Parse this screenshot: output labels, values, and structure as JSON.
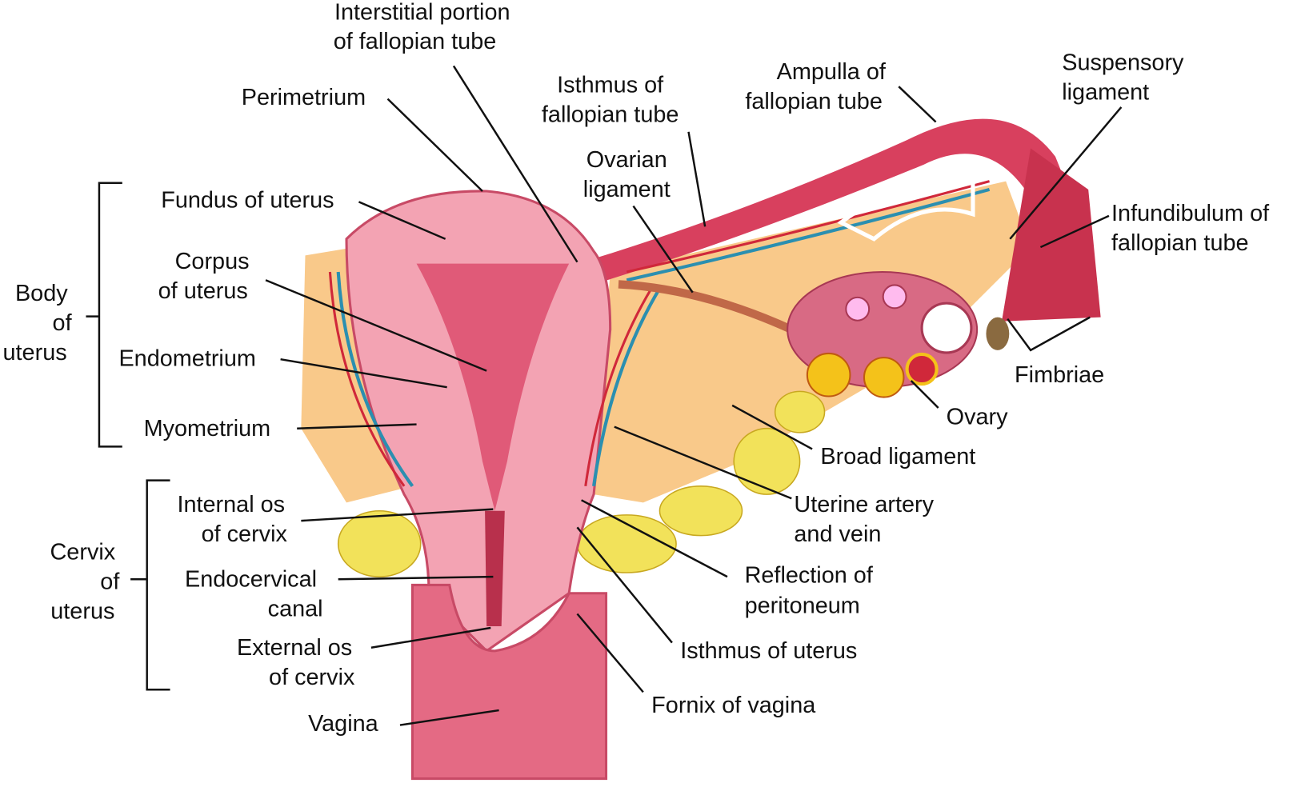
{
  "title": "Female reproductive anatomy",
  "colors": {
    "tissue": "#e05a78",
    "tissue_light": "#f3a3b3",
    "ligament": "#f9c98a",
    "fat": "#f2e25a",
    "vessel_red": "#d0283a",
    "vessel_blue": "#2b8fb0",
    "ovary": "#d86a84",
    "follicle": "#f4c21a"
  },
  "labels": {
    "interstitial": [
      "Interstitial portion",
      "of fallopian tube"
    ],
    "perimetrium": "Perimetrium",
    "isthmus_tube": [
      "Isthmus of",
      "fallopian tube"
    ],
    "ampulla": [
      "Ampulla of",
      "fallopian tube"
    ],
    "suspensory": [
      "Suspensory",
      "ligament"
    ],
    "ovarian_ligament": [
      "Ovarian",
      "ligament"
    ],
    "fundus": "Fundus of uterus",
    "corpus": [
      "Corpus",
      "of uterus"
    ],
    "infundibulum": [
      "Infundibulum of",
      "fallopian tube"
    ],
    "body": [
      "Body",
      "of",
      "uterus"
    ],
    "endometrium": "Endometrium",
    "myometrium": "Myometrium",
    "fimbriae": "Fimbriae",
    "ovary": "Ovary",
    "broad_ligament": "Broad ligament",
    "uterine_artery": [
      "Uterine artery",
      "and vein"
    ],
    "internal_os": [
      "Internal os",
      "of cervix"
    ],
    "cervix": [
      "Cervix",
      "of",
      "uterus"
    ],
    "endocervical": [
      "Endocervical",
      "canal"
    ],
    "reflection": [
      "Reflection of",
      "peritoneum"
    ],
    "external_os": [
      "External os",
      "of cervix"
    ],
    "isthmus_uterus": "Isthmus of uterus",
    "fornix": "Fornix of vagina",
    "vagina": "Vagina"
  }
}
